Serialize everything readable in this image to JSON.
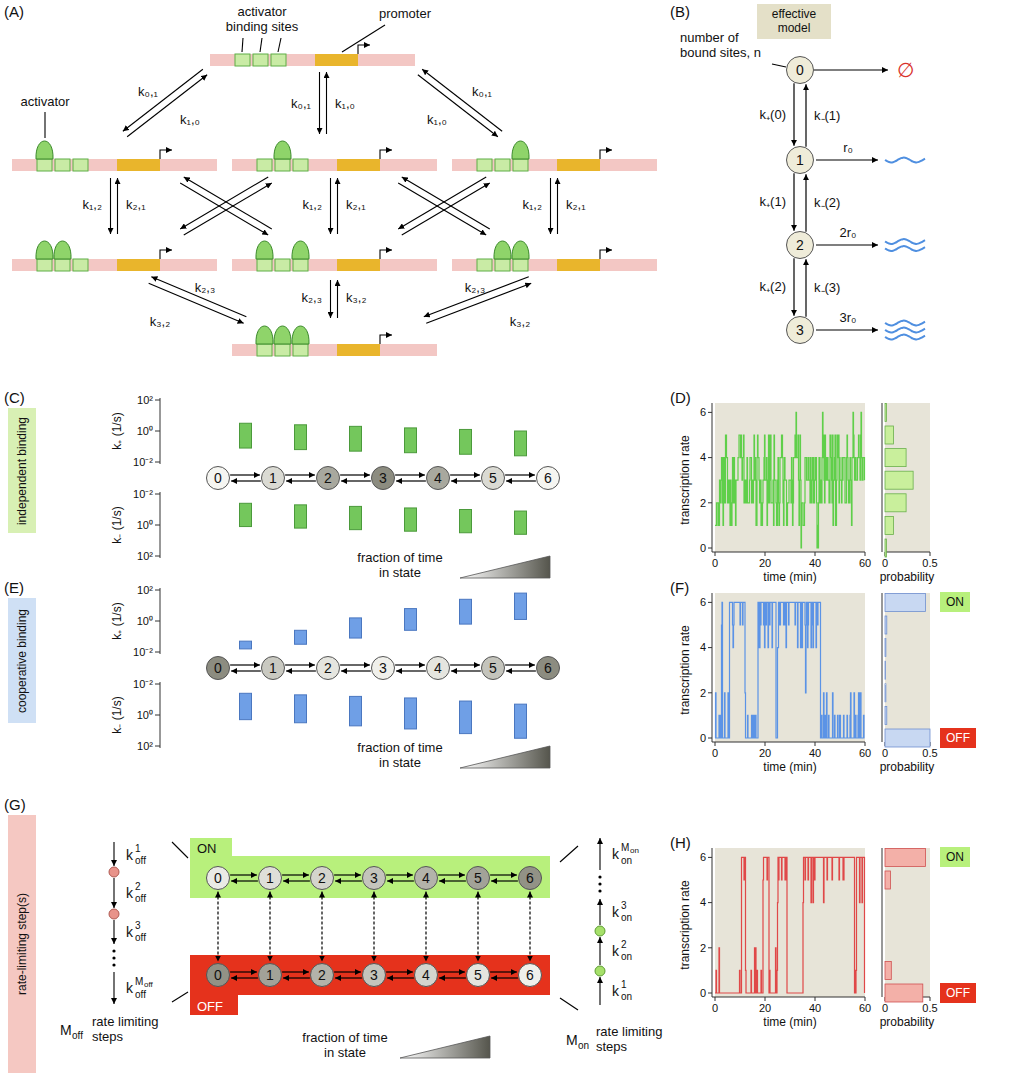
{
  "diagram": {
    "nodes": [
      {
        "text": [
          "effective model"
        ]
      },
      {
        "text": [
          "0"
        ]
      },
      {
        "text": [
          "1"
        ]
      },
      {
        "text": [
          "2"
        ]
      },
      {
        "text": [
          "3"
        ]
      },
      {
        "text": [
          "independent binding"
        ]
      },
      {
        "text": [
          "0"
        ]
      },
      {
        "text": [
          "1"
        ]
      },
      {
        "text": [
          "2"
        ]
      },
      {
        "text": [
          "3"
        ]
      },
      {
        "text": [
          "4"
        ]
      },
      {
        "text": [
          "5"
        ]
      },
      {
        "text": [
          "6"
        ]
      },
      {
        "text": [
          "cooperative binding"
        ]
      },
      {
        "text": [
          "0"
        ]
      },
      {
        "text": [
          "1"
        ]
      },
      {
        "text": [
          "2"
        ]
      },
      {
        "text": [
          "3"
        ]
      },
      {
        "text": [
          "4"
        ]
      },
      {
        "text": [
          "5"
        ]
      },
      {
        "text": [
          "6"
        ]
      },
      {
        "text": [
          "ON"
        ]
      },
      {
        "text": [
          "OFF"
        ]
      },
      {
        "text": [
          "rate-limiting step(s)"
        ]
      },
      {
        "text": [
          "ON"
        ]
      },
      {
        "text": [
          "0"
        ],
        "in": 24
      },
      {
        "text": [
          "1"
        ],
        "in": 24
      },
      {
        "text": [
          "2"
        ],
        "in": 24
      },
      {
        "text": [
          "3"
        ],
        "in": 24
      },
      {
        "text": [
          "4"
        ],
        "in": 24
      },
      {
        "text": [
          "5"
        ],
        "in": 24
      },
      {
        "text": [
          "6"
        ],
        "in": 24
      },
      {
        "text": [
          "OFF"
        ]
      },
      {
        "text": [
          "0"
        ],
        "in": 32
      },
      {
        "text": [
          "1"
        ],
        "in": 32
      },
      {
        "text": [
          "2"
        ],
        "in": 32
      },
      {
        "text": [
          "3"
        ],
        "in": 32
      },
      {
        "text": [
          "4"
        ],
        "in": 32
      },
      {
        "text": [
          "5"
        ],
        "in": 32
      },
      {
        "text": [
          "6"
        ],
        "in": 32
      },
      {
        "text": [
          "ON"
        ]
      },
      {
        "text": [
          "OFF"
        ]
      }
    ],
    "edges": [
      {
        "from": 1,
        "to": 2,
        "label": "k₊(0)",
        "arrow": "to"
      },
      {
        "from": 2,
        "to": 1,
        "label": "k₋(1)",
        "arrow": "to"
      },
      {
        "from": 2,
        "to": 3,
        "label": "k₊(1)",
        "arrow": "to"
      },
      {
        "from": 3,
        "to": 2,
        "label": "k₋(2)",
        "arrow": "to"
      },
      {
        "from": 3,
        "to": 4,
        "label": "k₊(2)",
        "arrow": "to"
      },
      {
        "from": 4,
        "to": 3,
        "label": "k₋(3)",
        "arrow": "to"
      },
      {
        "from": 6,
        "to": 7,
        "arrow": "to"
      },
      {
        "from": 7,
        "to": 6,
        "arrow": "to"
      },
      {
        "from": 7,
        "to": 8,
        "arrow": "to"
      },
      {
        "from": 8,
        "to": 7,
        "arrow": "to"
      },
      {
        "from": 8,
        "to": 9,
        "arrow": "to"
      },
      {
        "from": 9,
        "to": 8,
        "arrow": "to"
      },
      {
        "from": 9,
        "to": 10,
        "arrow": "to"
      },
      {
        "from": 10,
        "to": 9,
        "arrow": "to"
      },
      {
        "from": 10,
        "to": 11,
        "arrow": "to"
      },
      {
        "from": 11,
        "to": 10,
        "arrow": "to"
      },
      {
        "from": 11,
        "to": 12,
        "arrow": "to"
      },
      {
        "from": 12,
        "to": 11,
        "arrow": "to"
      },
      {
        "from": 14,
        "to": 15,
        "arrow": "to"
      },
      {
        "from": 15,
        "to": 14,
        "arrow": "to"
      },
      {
        "from": 15,
        "to": 16,
        "arrow": "to"
      },
      {
        "from": 16,
        "to": 15,
        "arrow": "to"
      },
      {
        "from": 16,
        "to": 17,
        "arrow": "to"
      },
      {
        "from": 17,
        "to": 16,
        "arrow": "to"
      },
      {
        "from": 17,
        "to": 18,
        "arrow": "to"
      },
      {
        "from": 18,
        "to": 17,
        "arrow": "to"
      },
      {
        "from": 18,
        "to": 19,
        "arrow": "to"
      },
      {
        "from": 19,
        "to": 18,
        "arrow": "to"
      },
      {
        "from": 19,
        "to": 20,
        "arrow": "to"
      },
      {
        "from": 20,
        "to": 19,
        "arrow": "to"
      },
      {
        "from": 25,
        "to": 26,
        "arrow": "to"
      },
      {
        "from": 26,
        "to": 25,
        "arrow": "to"
      },
      {
        "from": 26,
        "to": 27,
        "arrow": "to"
      },
      {
        "from": 27,
        "to": 26,
        "arrow": "to"
      },
      {
        "from": 27,
        "to": 28,
        "arrow": "to"
      },
      {
        "from": 28,
        "to": 27,
        "arrow": "to"
      },
      {
        "from": 28,
        "to": 29,
        "arrow": "to"
      },
      {
        "from": 29,
        "to": 28,
        "arrow": "to"
      },
      {
        "from": 29,
        "to": 30,
        "arrow": "to"
      },
      {
        "from": 30,
        "to": 29,
        "arrow": "to"
      },
      {
        "from": 30,
        "to": 31,
        "arrow": "to"
      },
      {
        "from": 31,
        "to": 30,
        "arrow": "to"
      },
      {
        "from": 33,
        "to": 34,
        "arrow": "to"
      },
      {
        "from": 34,
        "to": 33,
        "arrow": "to"
      },
      {
        "from": 34,
        "to": 35,
        "arrow": "to"
      },
      {
        "from": 35,
        "to": 34,
        "arrow": "to"
      },
      {
        "from": 35,
        "to": 36,
        "arrow": "to"
      },
      {
        "from": 36,
        "to": 35,
        "arrow": "to"
      },
      {
        "from": 36,
        "to": 37,
        "arrow": "to"
      },
      {
        "from": 37,
        "to": 36,
        "arrow": "to"
      },
      {
        "from": 37,
        "to": 38,
        "arrow": "to"
      },
      {
        "from": 38,
        "to": 37,
        "arrow": "to"
      },
      {
        "from": 38,
        "to": 39,
        "arrow": "to"
      },
      {
        "from": 39,
        "to": 38,
        "arrow": "to"
      },
      {
        "from": 25,
        "to": 33,
        "arrow": "both"
      },
      {
        "from": 26,
        "to": 34,
        "arrow": "both"
      },
      {
        "from": 27,
        "to": 35,
        "arrow": "both"
      },
      {
        "from": 28,
        "to": 36,
        "arrow": "both"
      },
      {
        "from": 29,
        "to": 37,
        "arrow": "both"
      },
      {
        "from": 30,
        "to": 38,
        "arrow": "both"
      },
      {
        "from": 31,
        "to": 39,
        "arrow": "both"
      }
    ],
    "labels": [
      "(A)",
      "activator binding sites",
      "promoter",
      "activator",
      "k₀,₁",
      "k₁,₀",
      "k₀,₁",
      "k₁,₀",
      "k₀,₁",
      "k₁,₀",
      "k₁,₂",
      "k₂,₁",
      "k₁,₂",
      "k₂,₁",
      "k₁,₂",
      "k₂,₁",
      "k₂,₃",
      "k₃,₂",
      "k₂,₃",
      "k₃,₂",
      "k₂,₃",
      "k₃,₂",
      "(B)",
      "number of bound sites, n",
      "∅",
      "r₀",
      "2r₀",
      "3r₀",
      "(C)",
      "k₊ (1/s)",
      "10²",
      "10⁰",
      "10⁻²",
      "10⁻²",
      "10⁰",
      "10²",
      "k₋ (1/s)",
      "fraction of time in state",
      "(D)",
      "transcription rate",
      "6",
      "4",
      "2",
      "0",
      "0",
      "20",
      "40",
      "60",
      "time (min)",
      "0",
      "0.5",
      "probability",
      "(E)",
      "k₊ (1/s)",
      "10²",
      "10⁰",
      "10⁻²",
      "10⁻²",
      "10⁰",
      "10²",
      "k₋ (1/s)",
      "fraction of time in state",
      "(F)",
      "transcription rate",
      "6",
      "4",
      "2",
      "0",
      "0",
      "20",
      "40",
      "60",
      "time (min)",
      "0",
      "0.5",
      "probability",
      "(G)",
      "k",
      "1",
      "off",
      "k",
      "2",
      "off",
      "k",
      "3",
      "off",
      "k",
      "M",
      "off",
      "off",
      "M",
      "off",
      "rate limiting steps",
      "k",
      "M",
      "on",
      "on",
      "k",
      "3",
      "on",
      "k",
      "2",
      "on",
      "k",
      "1",
      "on",
      "M",
      "on",
      "rate limiting steps",
      "fraction of time in state",
      "(H)",
      "transcription rate",
      "6",
      "4",
      "2",
      "0",
      "0",
      "20",
      "40",
      "60",
      "time (min)",
      "0",
      "0.5",
      "probability"
    ]
  }
}
